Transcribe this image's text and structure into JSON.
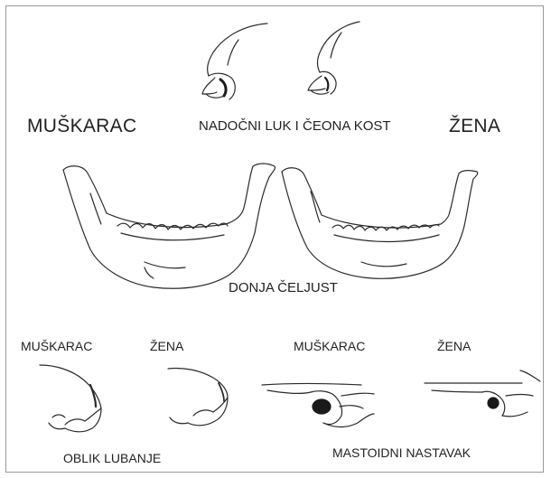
{
  "colors": {
    "ink": "#2b2b2b",
    "shade": "#1a1a1a",
    "frame": "#9a9a9a",
    "background": "#ffffff"
  },
  "top": {
    "male_label": "MUŠKARAC",
    "female_label": "ŽENA",
    "brow_caption": "NADOČNI LUK I ČEONA KOST"
  },
  "middle": {
    "jaw_caption": "DONJA ČELJUST"
  },
  "bottom": {
    "skull": {
      "male_label": "MUŠKARAC",
      "female_label": "ŽENA",
      "caption": "OBLIK LUBANJE"
    },
    "mastoid": {
      "male_label": "MUŠKARAC",
      "female_label": "ŽENA",
      "caption": "MASTOIDNI NASTAVAK"
    }
  }
}
